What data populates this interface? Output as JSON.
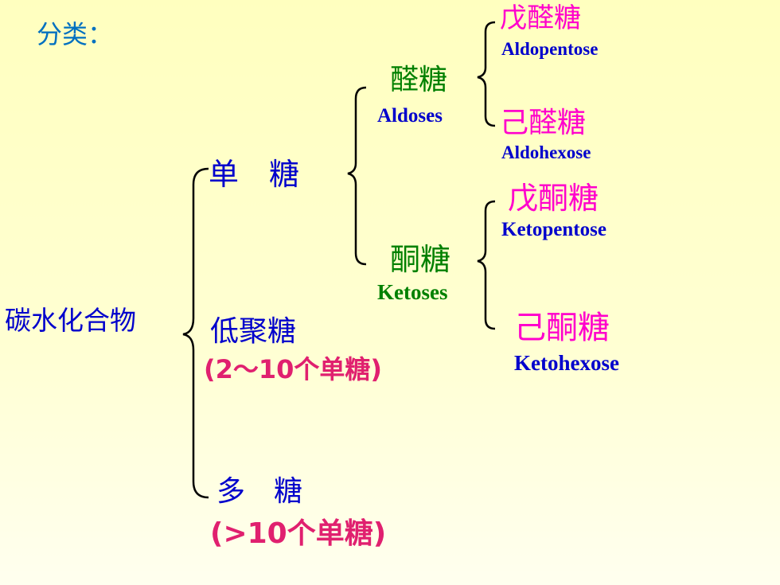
{
  "title": "分类：",
  "root": "碳水化合物",
  "monosaccharide": {
    "label": "单　糖",
    "aldoses": {
      "zh": "醛糖",
      "en": "Aldoses",
      "aldopentose": {
        "zh": "戊醛糖",
        "en": "Aldopentose"
      },
      "aldohexose": {
        "zh": "己醛糖",
        "en": "Aldohexose"
      }
    },
    "ketoses": {
      "zh": "酮糖",
      "en": "Ketoses",
      "ketopentose": {
        "zh": "戊酮糖",
        "en": "Ketopentose"
      },
      "ketohexose": {
        "zh": "己酮糖",
        "en": "Ketohexose"
      }
    }
  },
  "oligosaccharide": {
    "label": "低聚糖",
    "note": "(2～10个单糖)"
  },
  "polysaccharide": {
    "label": "多　糖",
    "note": "(>10个单糖)"
  },
  "colors": {
    "title": "#0070C0",
    "blue": "#0000CC",
    "green": "#008000",
    "magenta": "#FF00CC",
    "note": "#E0206F",
    "line": "#000000"
  }
}
